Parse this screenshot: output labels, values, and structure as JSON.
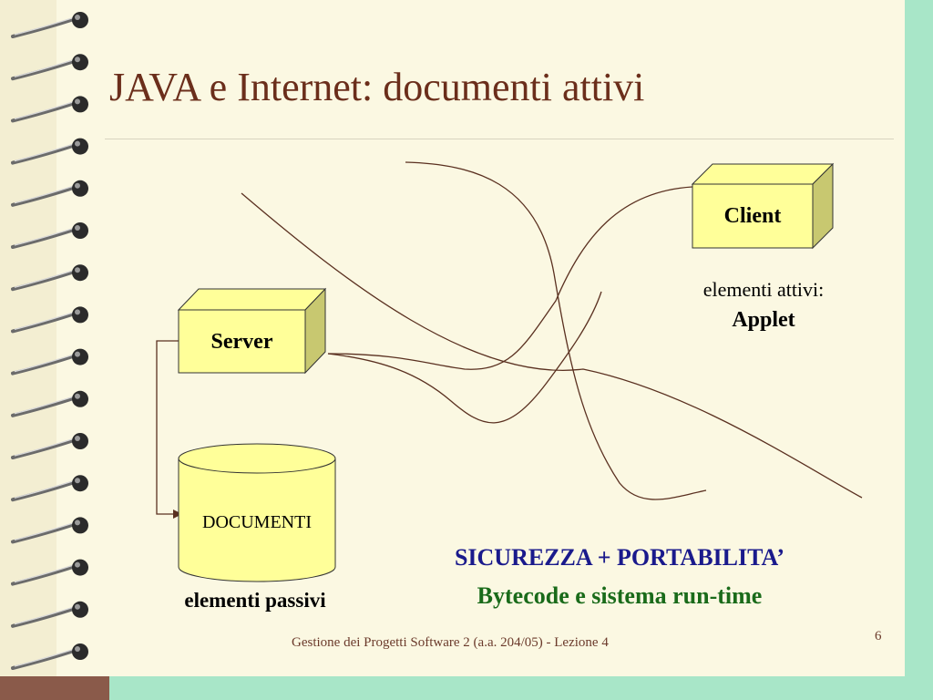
{
  "slide": {
    "title": "JAVA e Internet: documenti attivi",
    "footer": "Gestione dei Progetti Software 2  (a.a. 204/05) - Lezione 4",
    "page_number": "6"
  },
  "diagram": {
    "client_label": "Client",
    "server_label": "Server",
    "documents_label": "DOCUMENTI",
    "active_elements_line1": "elementi attivi:",
    "active_elements_line2": "Applet",
    "passive_elements": "elementi passivi",
    "security_portability": "SICUREZZA + PORTABILITA’",
    "bytecode_runtime": "Bytecode e sistema run-time"
  },
  "colors": {
    "title": "#6b2e1b",
    "box_fill": "#ffff99",
    "security_text": "#1a1a8c",
    "bytecode_text": "#1a6b1a",
    "background": "#fbf8e2",
    "accent_right": "#a8e6c8"
  }
}
